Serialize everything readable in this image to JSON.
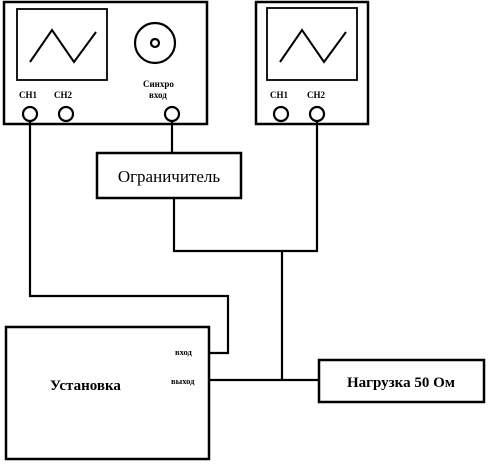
{
  "oscilloscope_left": {
    "ch1": "CH1",
    "ch2": "CH2",
    "sync_line1": "Синхро",
    "sync_line2": "вход"
  },
  "oscilloscope_right": {
    "ch1": "CH1",
    "ch2": "CH2"
  },
  "limiter": {
    "label": "Ограничитель"
  },
  "installation": {
    "label": "Установка",
    "input_label": "вход",
    "output_label": "выход"
  },
  "load": {
    "label": "Нагрузка 50 Ом"
  }
}
